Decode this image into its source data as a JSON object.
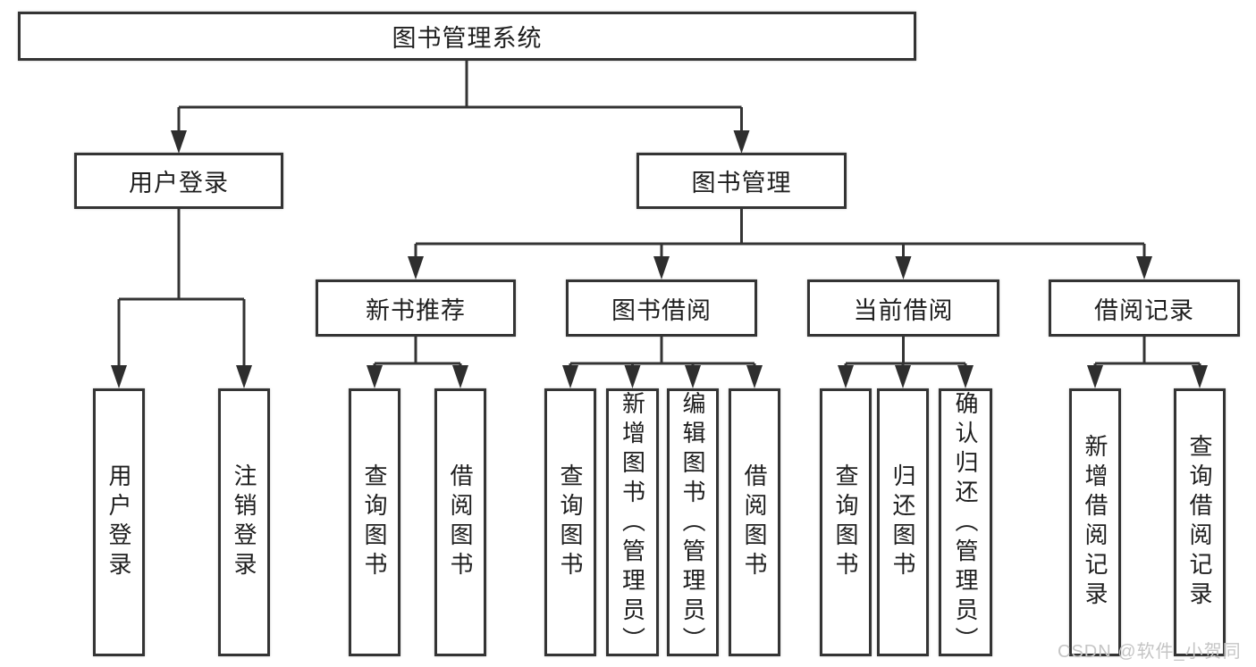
{
  "diagram": {
    "watermark": "CSDN @软件_小贺同学",
    "colors": {
      "line": "#343434",
      "box_border": "#343434",
      "text": "#1e1e1e",
      "watermark_text": "#c5c5c5",
      "background": "#ffffff"
    },
    "tree": {
      "root": {
        "label": "图书管理系统",
        "children": [
          {
            "label": "用户登录",
            "children": [
              {
                "label": "用户登录"
              },
              {
                "label": "注销登录"
              }
            ]
          },
          {
            "label": "图书管理",
            "children": [
              {
                "label": "新书推荐",
                "children": [
                  {
                    "label": "查询图书"
                  },
                  {
                    "label": "借阅图书"
                  }
                ]
              },
              {
                "label": "图书借阅",
                "children": [
                  {
                    "label": "查询图书"
                  },
                  {
                    "label": "新增图书（管理员）"
                  },
                  {
                    "label": "编辑图书（管理员）"
                  },
                  {
                    "label": "借阅图书"
                  }
                ]
              },
              {
                "label": "当前借阅",
                "children": [
                  {
                    "label": "查询图书"
                  },
                  {
                    "label": "归还图书"
                  },
                  {
                    "label": "确认归还（管理员）"
                  }
                ]
              },
              {
                "label": "借阅记录",
                "children": [
                  {
                    "label": "新增借阅记录"
                  },
                  {
                    "label": "查询借阅记录"
                  }
                ]
              }
            ]
          }
        ]
      }
    }
  }
}
